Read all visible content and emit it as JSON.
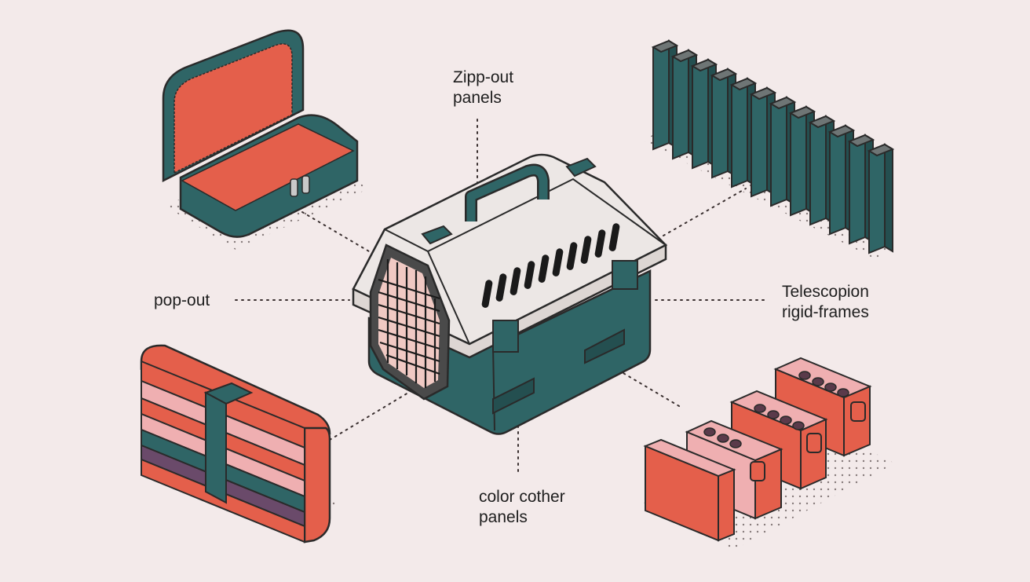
{
  "labels": {
    "top": [
      "Zipp-out",
      "panels"
    ],
    "left": [
      "pop-out"
    ],
    "right": [
      "Telescopion",
      "rigid-frames"
    ],
    "bottom": [
      "color cother",
      "panels"
    ]
  },
  "colors": {
    "background": "#f3eaea",
    "teal": "#2f6566",
    "teal_dark": "#244f50",
    "coral": "#e45f4b",
    "pink": "#efafb1",
    "plum": "#6a4a6a",
    "carrier_shell": "#ece7e5",
    "outline": "#2a2a2a"
  },
  "icons": {
    "top_left": "zippered-case-icon",
    "top_right": "panel-stack-icon",
    "center": "pet-carrier-icon",
    "bottom_left": "strapped-pad-stack-icon",
    "bottom_right": "modular-block-row-icon"
  }
}
